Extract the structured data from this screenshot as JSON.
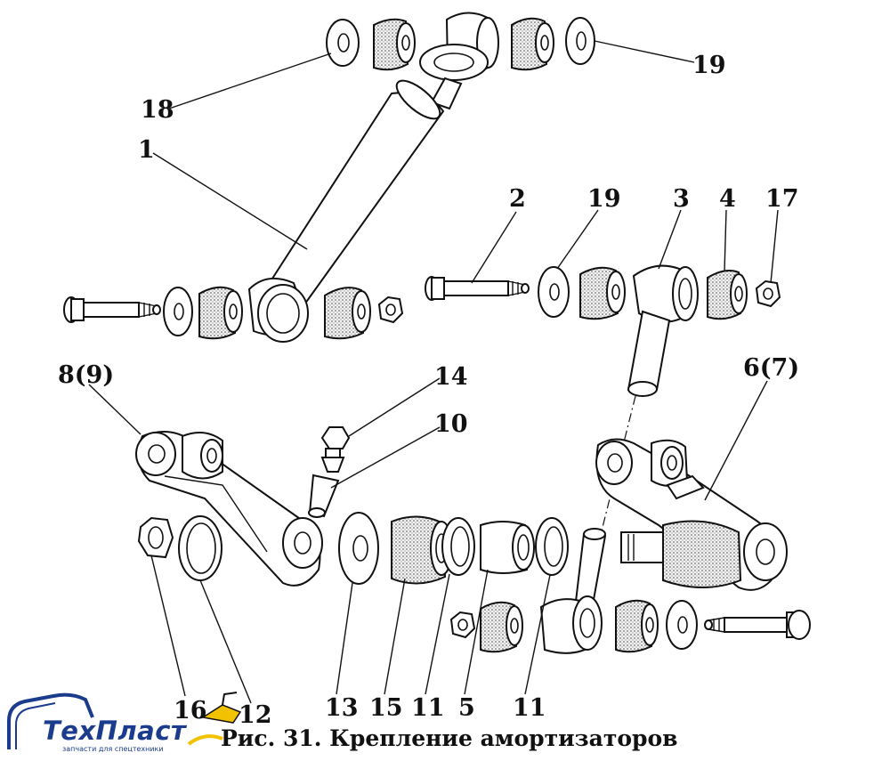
{
  "callouts": [
    "18",
    "19",
    "1",
    "2",
    "19",
    "3",
    "4",
    "17",
    "8(9)",
    "14",
    "10",
    "6(7)",
    "16",
    "12",
    "13",
    "15",
    "11",
    "5",
    "11"
  ],
  "caption": "Рис. 31. Крепление амортизаторов",
  "logo": {
    "name": "ТехПласт",
    "tagline": "запчасти для спецтехники",
    "color": "#1b3c8c",
    "accent": "#f2c200"
  }
}
